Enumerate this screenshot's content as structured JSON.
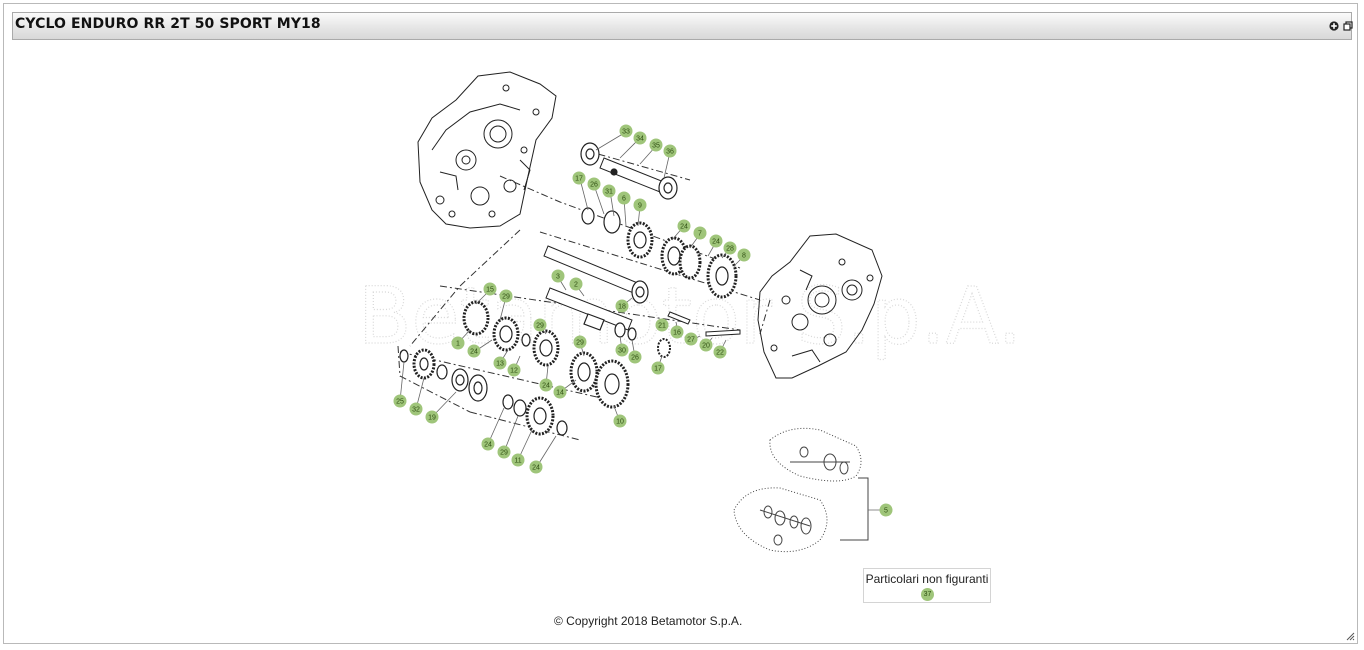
{
  "window": {
    "title": "CYCLO ENDURO RR 2T 50 SPORT MY18",
    "icons": [
      "plus-circle-icon",
      "restore-window-icon"
    ]
  },
  "diagram": {
    "watermark": "Betamotor S.p.A.",
    "callouts": [
      "33",
      "34",
      "35",
      "36",
      "17",
      "26",
      "31",
      "6",
      "9",
      "24",
      "7",
      "24",
      "28",
      "8",
      "3",
      "2",
      "15",
      "29",
      "18",
      "1",
      "24",
      "29",
      "29",
      "30",
      "21",
      "16",
      "27",
      "20",
      "22",
      "26",
      "17",
      "13",
      "12",
      "24",
      "14",
      "25",
      "32",
      "19",
      "24",
      "29",
      "11",
      "24",
      "10",
      "5"
    ]
  },
  "legend": {
    "label": "Particolari non figuranti",
    "badge": "37"
  },
  "footer": {
    "copyright": "© Copyright 2018 Betamotor S.p.A."
  }
}
